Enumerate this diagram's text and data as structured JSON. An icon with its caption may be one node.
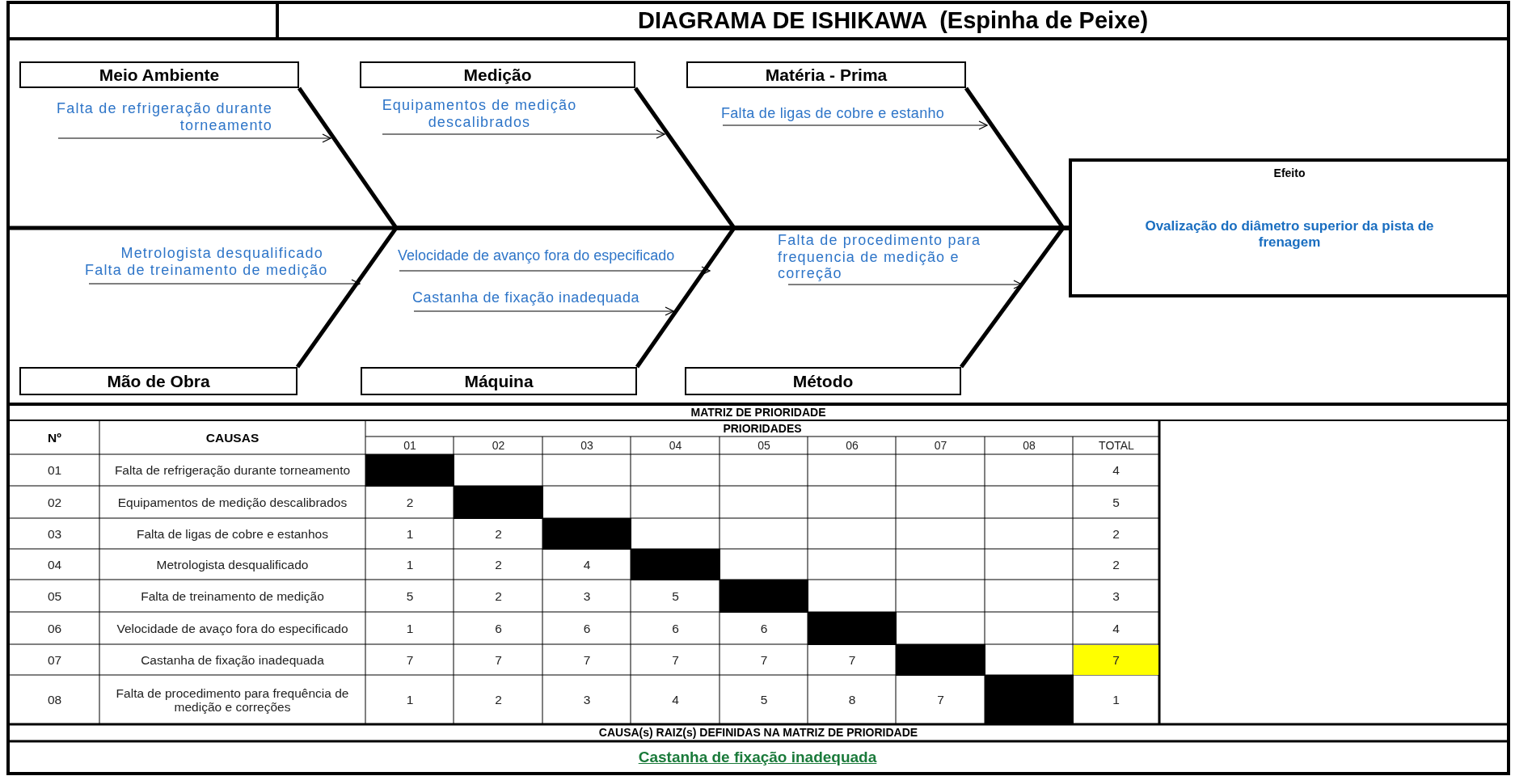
{
  "diagram": {
    "title": "DIAGRAMA DE ISHIKAWA  (Espinha de Peixe)",
    "nodes": [
      {
        "text": [
          "Meio Ambiente"
        ]
      },
      {
        "text": [
          "Medição"
        ]
      },
      {
        "text": [
          "Matéria - Prima"
        ]
      },
      {
        "text": [
          "Mão de Obra"
        ]
      },
      {
        "text": [
          "Máquina"
        ]
      },
      {
        "text": [
          "Método"
        ]
      },
      {
        "text": [
          "Efeito",
          "Ovalização do diâmetro superior da pista de frenagem"
        ]
      },
      {
        "text": [
          "Falta de refrigeração durante torneamento"
        ]
      },
      {
        "text": [
          "Equipamentos de medição descalibrados"
        ]
      },
      {
        "text": [
          "Falta de ligas de cobre e estanho"
        ]
      },
      {
        "text": [
          "Metrologista desqualificado",
          "Falta de treinamento de medição"
        ]
      },
      {
        "text": [
          "Velocidade de avanço fora do especificado"
        ]
      },
      {
        "text": [
          "Castanha de fixação inadequada"
        ]
      },
      {
        "text": [
          "Falta de procedimento para frequencia de medição e correção"
        ]
      }
    ],
    "edges": [
      {
        "from": 0,
        "to": 6,
        "arrow": "none",
        "style": "thick"
      },
      {
        "from": 1,
        "to": 6,
        "arrow": "none",
        "style": "thick"
      },
      {
        "from": 2,
        "to": 6,
        "arrow": "none",
        "style": "thick"
      },
      {
        "from": 3,
        "to": 6,
        "arrow": "none",
        "style": "thick"
      },
      {
        "from": 4,
        "to": 6,
        "arrow": "none",
        "style": "thick"
      },
      {
        "from": 5,
        "to": 6,
        "arrow": "none",
        "style": "thick"
      },
      {
        "from": 7,
        "to": null,
        "arrow": "to"
      },
      {
        "from": 8,
        "to": null,
        "arrow": "to"
      },
      {
        "from": 9,
        "to": null,
        "arrow": "to"
      },
      {
        "from": 10,
        "to": null,
        "arrow": "to"
      },
      {
        "from": 11,
        "to": null,
        "arrow": "to"
      },
      {
        "from": 12,
        "to": null,
        "arrow": "to"
      },
      {
        "from": 13,
        "to": null,
        "arrow": "to"
      },
      {
        "from": null,
        "to": 6,
        "arrow": "none",
        "style": "thick"
      }
    ],
    "labels": [
      "MATRIZ DE PRIORIDADE",
      "Nº",
      "CAUSAS",
      "PRIORIDADES",
      "01",
      "02",
      "03",
      "04",
      "05",
      "06",
      "07",
      "08",
      "TOTAL",
      "01",
      "Falta de refrigeração durante torneamento",
      "4",
      "02",
      "Equipamentos de medição descalibrados",
      "2",
      "5",
      "03",
      "Falta de ligas de cobre e estanhos",
      "1",
      "2",
      "2",
      "04",
      "Metrologista desqualificado",
      "1",
      "2",
      "4",
      "2",
      "05",
      "Falta de treinamento de medição",
      "5",
      "2",
      "3",
      "5",
      "3",
      "06",
      "Velocidade de avaço fora do especificado",
      "1",
      "6",
      "6",
      "6",
      "6",
      "4",
      "07",
      "Castanha de fixação inadequada",
      "7",
      "7",
      "7",
      "7",
      "7",
      "7",
      "7",
      "08",
      "Falta de procedimento para frequência de medição e correções",
      "1",
      "2",
      "3",
      "4",
      "5",
      "8",
      "7",
      "1",
      "CAUSA(s) RAIZ(s) DEFINIDAS NA MATRIZ DE PRIORIDADE",
      "Castanha de fixação inadequada"
    ]
  }
}
